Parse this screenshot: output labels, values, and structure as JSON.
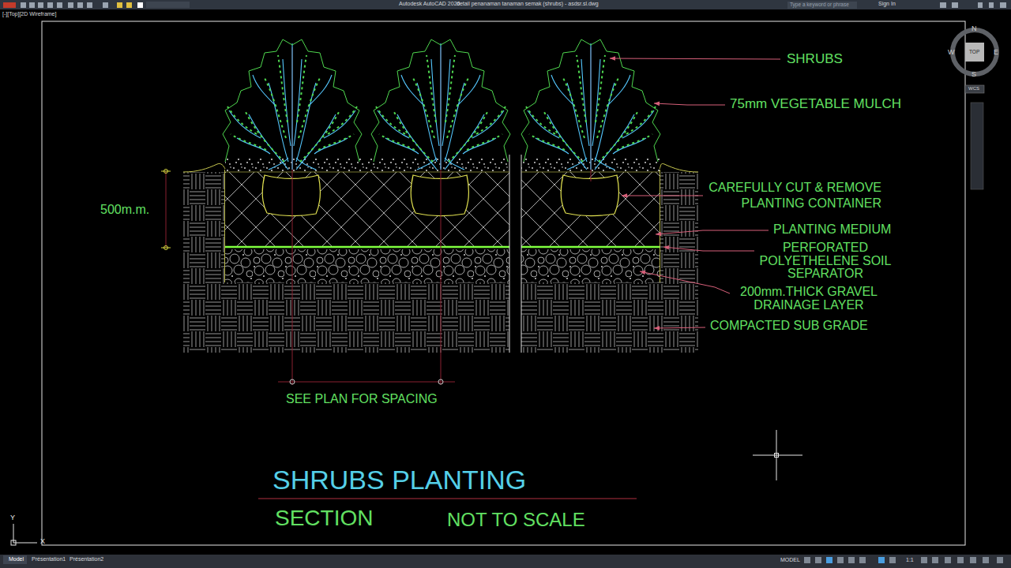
{
  "diagram": {
    "title": "SHRUBS PLANTING",
    "labels": [
      "Autodesk AutoCAD 2020",
      "detail penanaman tanaman semak (shrubs) - asdsr.sl.dwg",
      "Type a keyword or phrase",
      "Sign In",
      "[-][Top][2D Wireframe]",
      "N",
      "W",
      "E",
      "TOP",
      "S",
      "WCS",
      "SHRUBS",
      "75mm VEGETABLE MULCH",
      "CAREFULLY CUT & REMOVE PLANTING CONTAINER",
      "PLANTING MEDIUM",
      "PERFORATED POLYETHELENE SOIL SEPARATOR",
      "200mm.THICK GRAVEL DRAINAGE LAYER",
      "COMPACTED SUB GRADE",
      "500m.m.",
      "SEE PLAN FOR SPACING",
      "SECTION",
      "NOT TO SCALE",
      "Y",
      "X",
      "Model",
      "Présentation1",
      "Présentation2",
      "MODEL",
      "1:1"
    ]
  }
}
